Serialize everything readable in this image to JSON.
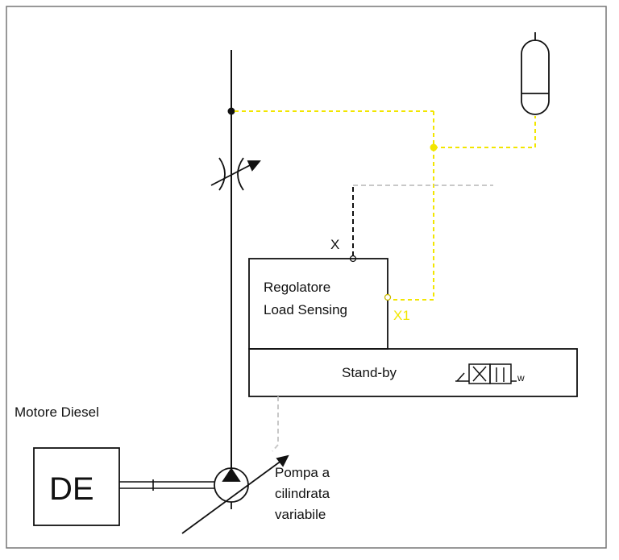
{
  "diagram": {
    "labels": {
      "x_port": "X",
      "x1_port": "X1",
      "regulator_line1": "Regolatore",
      "regulator_line2": "Load Sensing",
      "standby": "Stand-by",
      "engine_caption": "Motore Diesel",
      "engine_block": "DE",
      "pump_line1": "Pompa a",
      "pump_line2": "cilindrata",
      "pump_line3": "variabile",
      "valve_w": "w"
    },
    "colors": {
      "line": "#111111",
      "pilot_yellow": "#f2e600",
      "drain_gray": "#c8c8c8",
      "border": "#777777"
    }
  }
}
